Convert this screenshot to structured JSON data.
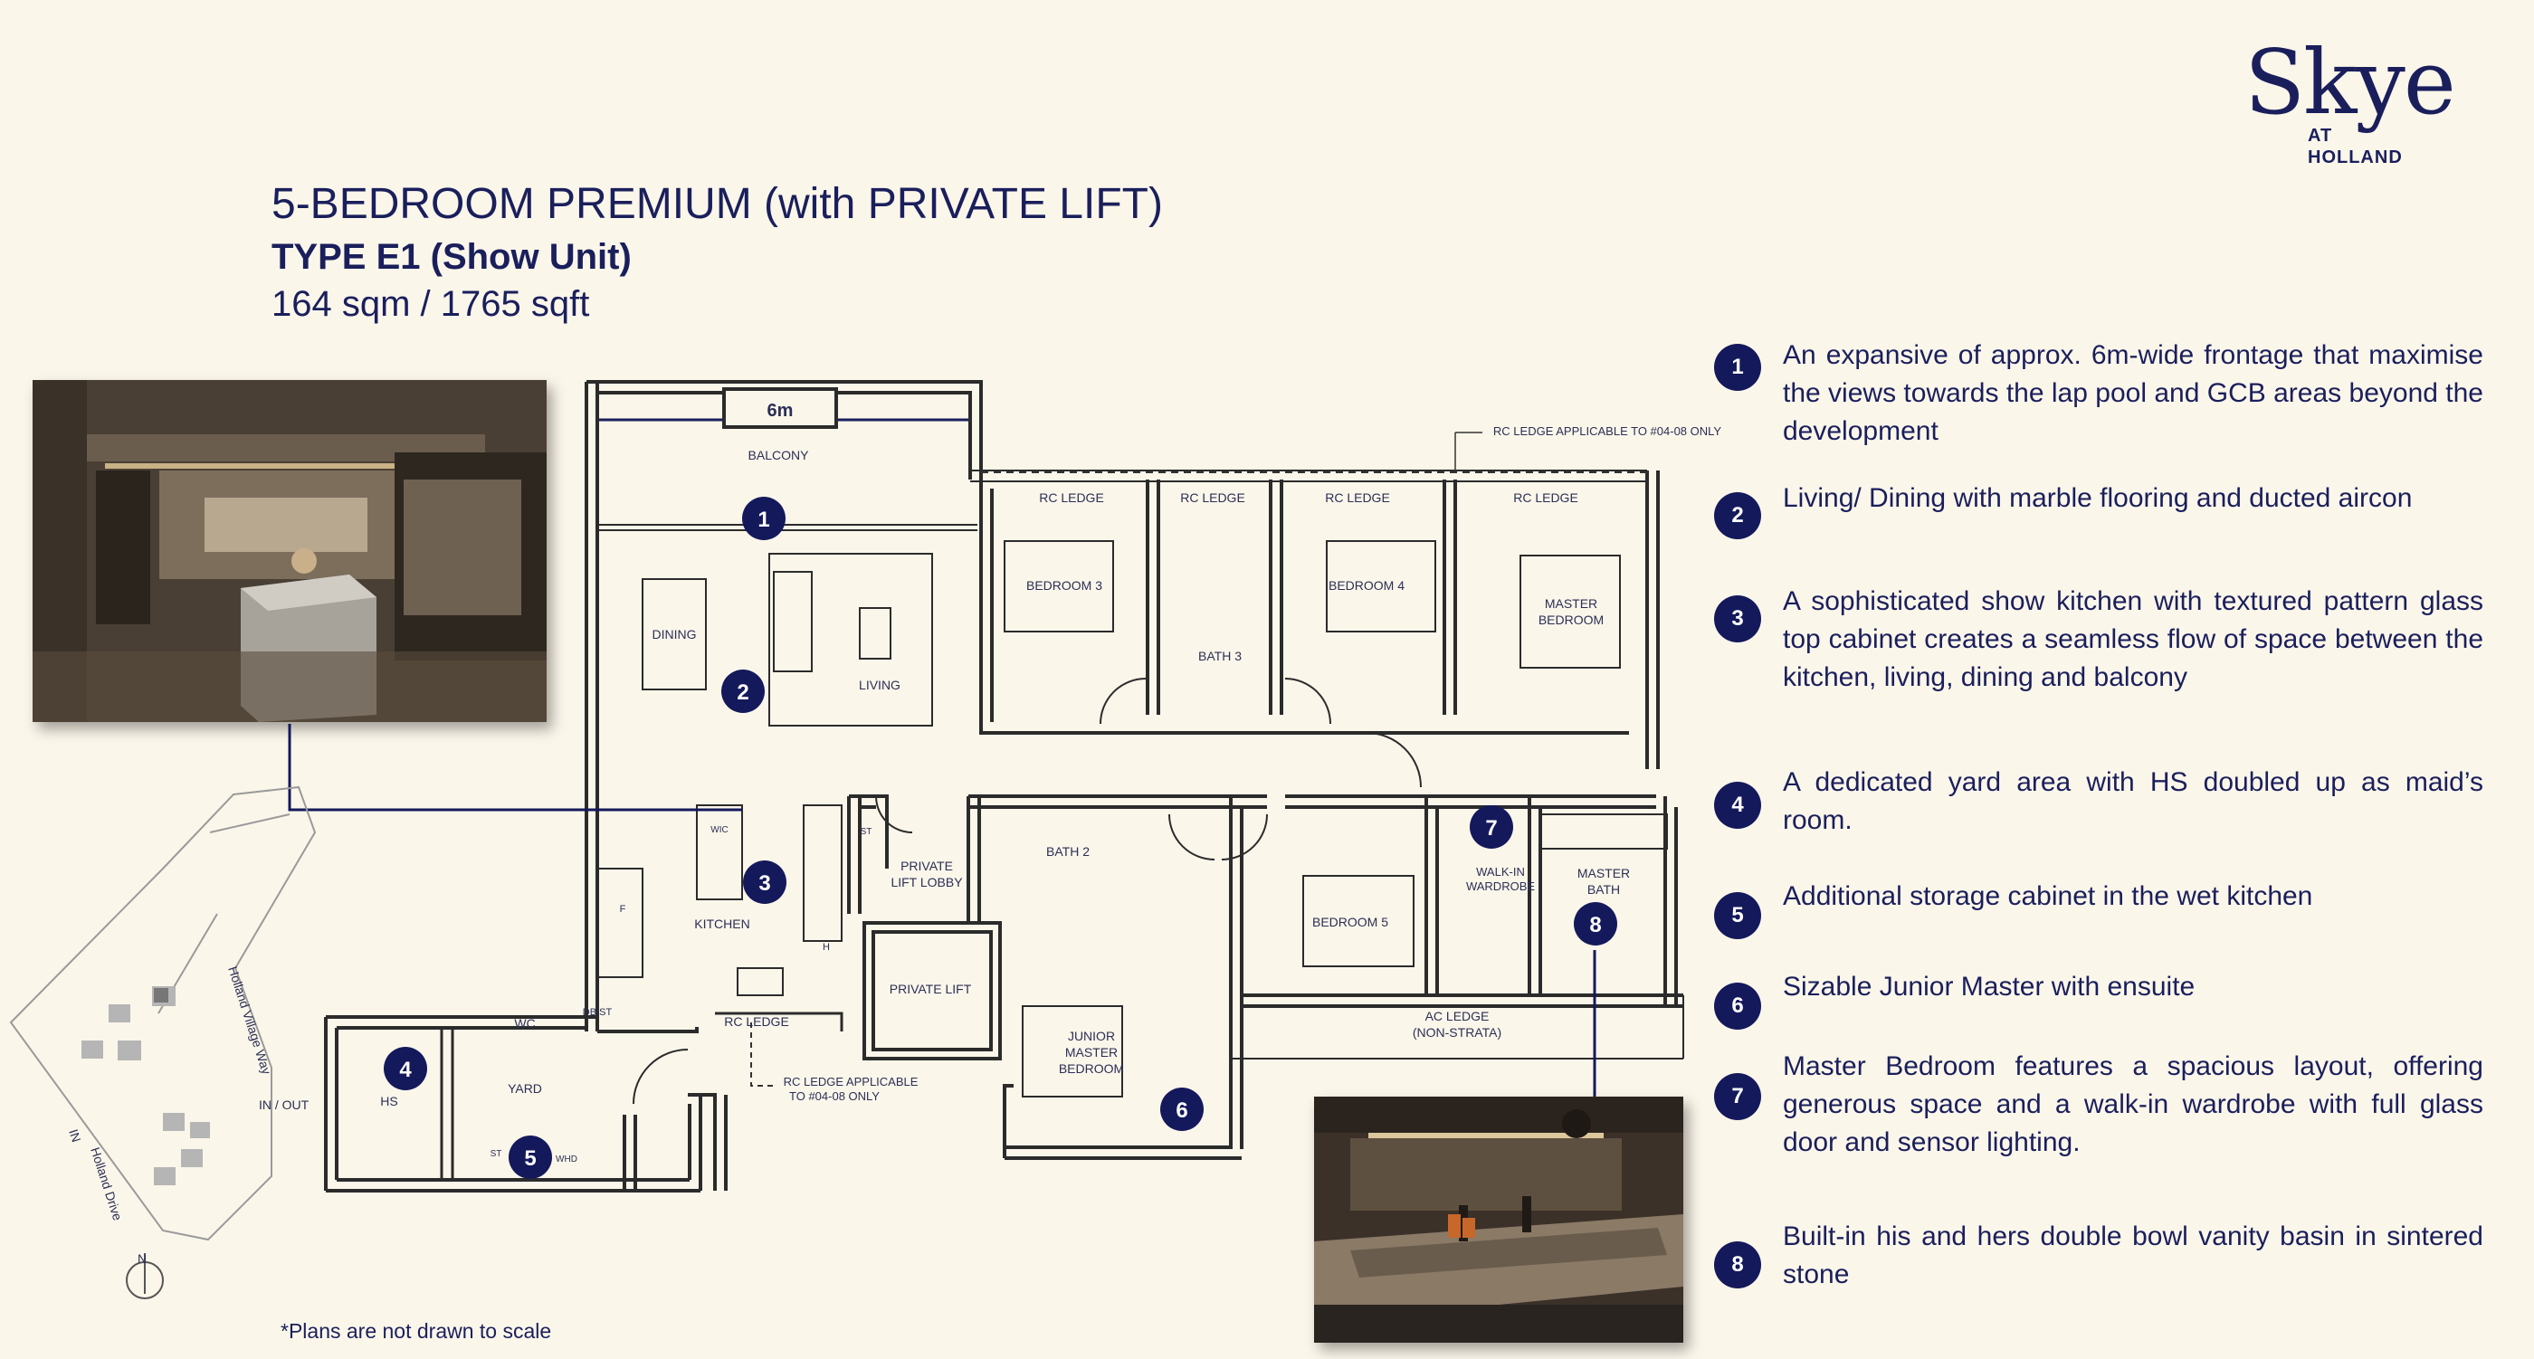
{
  "brand": {
    "name": "Skye",
    "at": "AT",
    "place": "HOLLAND",
    "color": "#1a1f5c"
  },
  "header": {
    "title": "5-BEDROOM PREMIUM (with PRIVATE LIFT)",
    "type": "TYPE E1 (Show Unit)",
    "area": "164 sqm / 1765 sqft"
  },
  "features": [
    {
      "num": "1",
      "text": "An expansive of approx. 6m-wide frontage that maximise the views towards the lap pool and  GCB areas beyond the development"
    },
    {
      "num": "2",
      "text": "Living/ Dining with marble flooring and ducted aircon"
    },
    {
      "num": "3",
      "text": "A sophisticated show kitchen with textured pattern glass top cabinet creates a seamless flow of space between the kitchen, living, dining and balcony"
    },
    {
      "num": "4",
      "text": "A dedicated yard area with HS doubled up as maid’s room."
    },
    {
      "num": "5",
      "text": "Additional storage cabinet in the wet kitchen"
    },
    {
      "num": "6",
      "text": "Sizable Junior Master with ensuite"
    },
    {
      "num": "7",
      "text": "Master Bedroom features a spacious layout, offering generous space and a walk-in wardrobe with full glass door and sensor lighting."
    },
    {
      "num": "8",
      "text": "Built-in his and hers double bowl vanity basin in sintered stone"
    }
  ],
  "plan_labels": {
    "dimension": "6m",
    "balcony": "BALCONY",
    "rc_ledge_note_top": "RC LEDGE APPLICABLE TO #04-08 ONLY",
    "rc_ledge": "RC LEDGE",
    "bedroom3": "BEDROOM 3",
    "bath3": "BATH 3",
    "bedroom4": "BEDROOM 4",
    "master_bedroom_l1": "MASTER",
    "master_bedroom_l2": "BEDROOM",
    "dining": "DINING",
    "living": "LIVING",
    "wic": "WIC",
    "st": "ST",
    "kitchen": "KITCHEN",
    "f": "F",
    "h": "H",
    "private_lift_lobby_l1": "PRIVATE",
    "private_lift_lobby_l2": "LIFT LOBBY",
    "private_lift": "PRIVATE LIFT",
    "bath2": "BATH 2",
    "bedroom5": "BEDROOM 5",
    "walkin_l1": "WALK-IN",
    "walkin_l2": "WARDROBE",
    "master_bath_l1": "MASTER",
    "master_bath_l2": "BATH",
    "junior_l1": "JUNIOR",
    "junior_l2": "MASTER",
    "junior_l3": "BEDROOM",
    "ac_ledge_l1": "AC LEDGE",
    "ac_ledge_l2": "(NON-STRATA)",
    "db_st": "DB/ST",
    "wc": "WC",
    "yard": "YARD",
    "hs": "HS",
    "whd": "WHD",
    "rc_ledge_note_bottom_l1": "RC LEDGE APPLICABLE",
    "rc_ledge_note_bottom_l2": "TO #04-08 ONLY"
  },
  "site_map": {
    "road1": "Holland Village Way",
    "road2": "Holland Drive",
    "in_out": "IN / OUT",
    "in": "IN",
    "north": "N"
  },
  "note": "*Plans are not drawn to scale"
}
